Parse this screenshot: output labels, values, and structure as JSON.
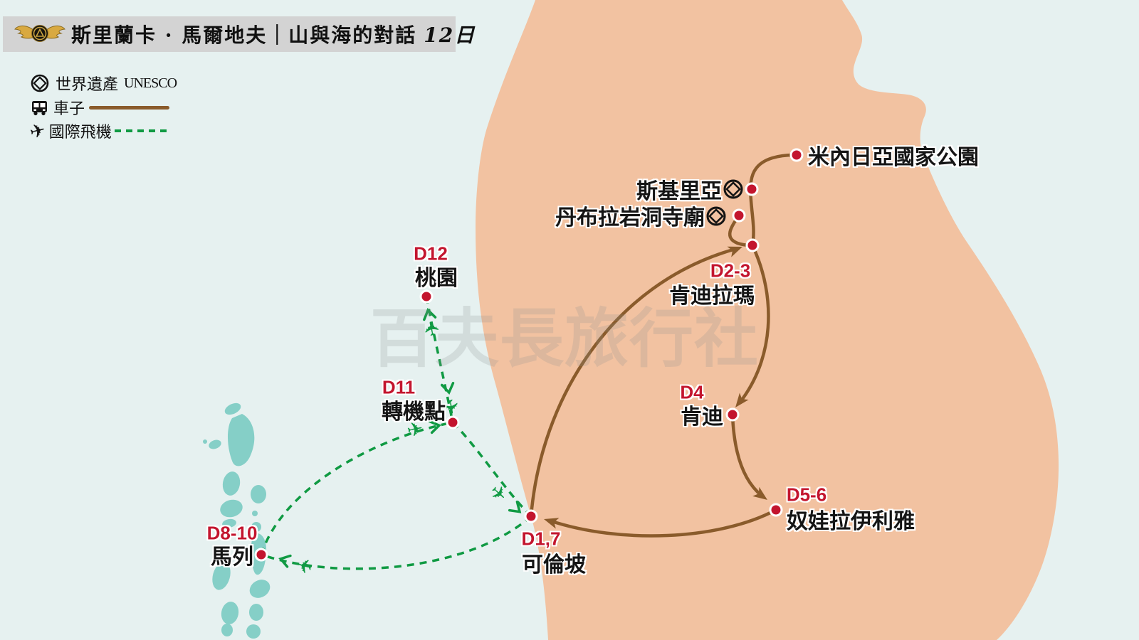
{
  "header": {
    "title": "斯里蘭卡 · 馬爾地夫｜山與海的對話",
    "days": "12日",
    "logo": "centurion-wings-emblem"
  },
  "legend": {
    "unesco": {
      "label": "世界遺產",
      "sub": "UNESCO",
      "icon": "unesco-circled-diamond"
    },
    "bus": {
      "label": "車子",
      "icon": "bus-front",
      "line_color": "#8A5B2B",
      "line_style": "solid"
    },
    "flight": {
      "label": "國際飛機",
      "icon": "airplane",
      "line_color": "#109A43",
      "line_style": "dashed"
    }
  },
  "watermark": "百夫長旅行社",
  "icons": {
    "plane_glyph": "✈"
  },
  "colors": {
    "sea": "#E6F1F0",
    "land": "#F2C2A1",
    "maldives": "#85CFC7",
    "bus_route": "#8A5B2B",
    "flight_route": "#109A43",
    "marker": "#C3152E",
    "header_bar": "#D3D3D3"
  },
  "locations": [
    {
      "id": "minneriya",
      "day": "",
      "name": "米內日亞國家公園",
      "unesco": false
    },
    {
      "id": "sigiriya",
      "day": "",
      "name": "斯基里亞",
      "unesco": true
    },
    {
      "id": "dambulla",
      "day": "",
      "name": "丹布拉岩洞寺廟",
      "unesco": true
    },
    {
      "id": "kandalama",
      "day": "D2-3",
      "name": "肯迪拉瑪",
      "unesco": false
    },
    {
      "id": "kandy",
      "day": "D4",
      "name": "肯迪",
      "unesco": false
    },
    {
      "id": "nuwara",
      "day": "D5-6",
      "name": "奴娃拉伊利雅",
      "unesco": false
    },
    {
      "id": "colombo",
      "day": "D1,7",
      "name": "可倫坡",
      "unesco": false
    },
    {
      "id": "male",
      "day": "D8-10",
      "name": "馬列",
      "unesco": false
    },
    {
      "id": "transit",
      "day": "D11",
      "name": "轉機點",
      "unesco": false
    },
    {
      "id": "taoyuan",
      "day": "D12",
      "name": "桃園",
      "unesco": false
    }
  ],
  "routes": {
    "bus": [
      "可倫坡",
      "肯迪拉瑪",
      "斯基里亞",
      "米內日亞國家公園",
      "丹布拉岩洞寺廟",
      "肯迪",
      "奴娃拉伊利雅",
      "可倫坡"
    ],
    "flight": [
      "桃園",
      "轉機點",
      "可倫坡",
      "馬列",
      "轉機點",
      "桃園"
    ]
  }
}
